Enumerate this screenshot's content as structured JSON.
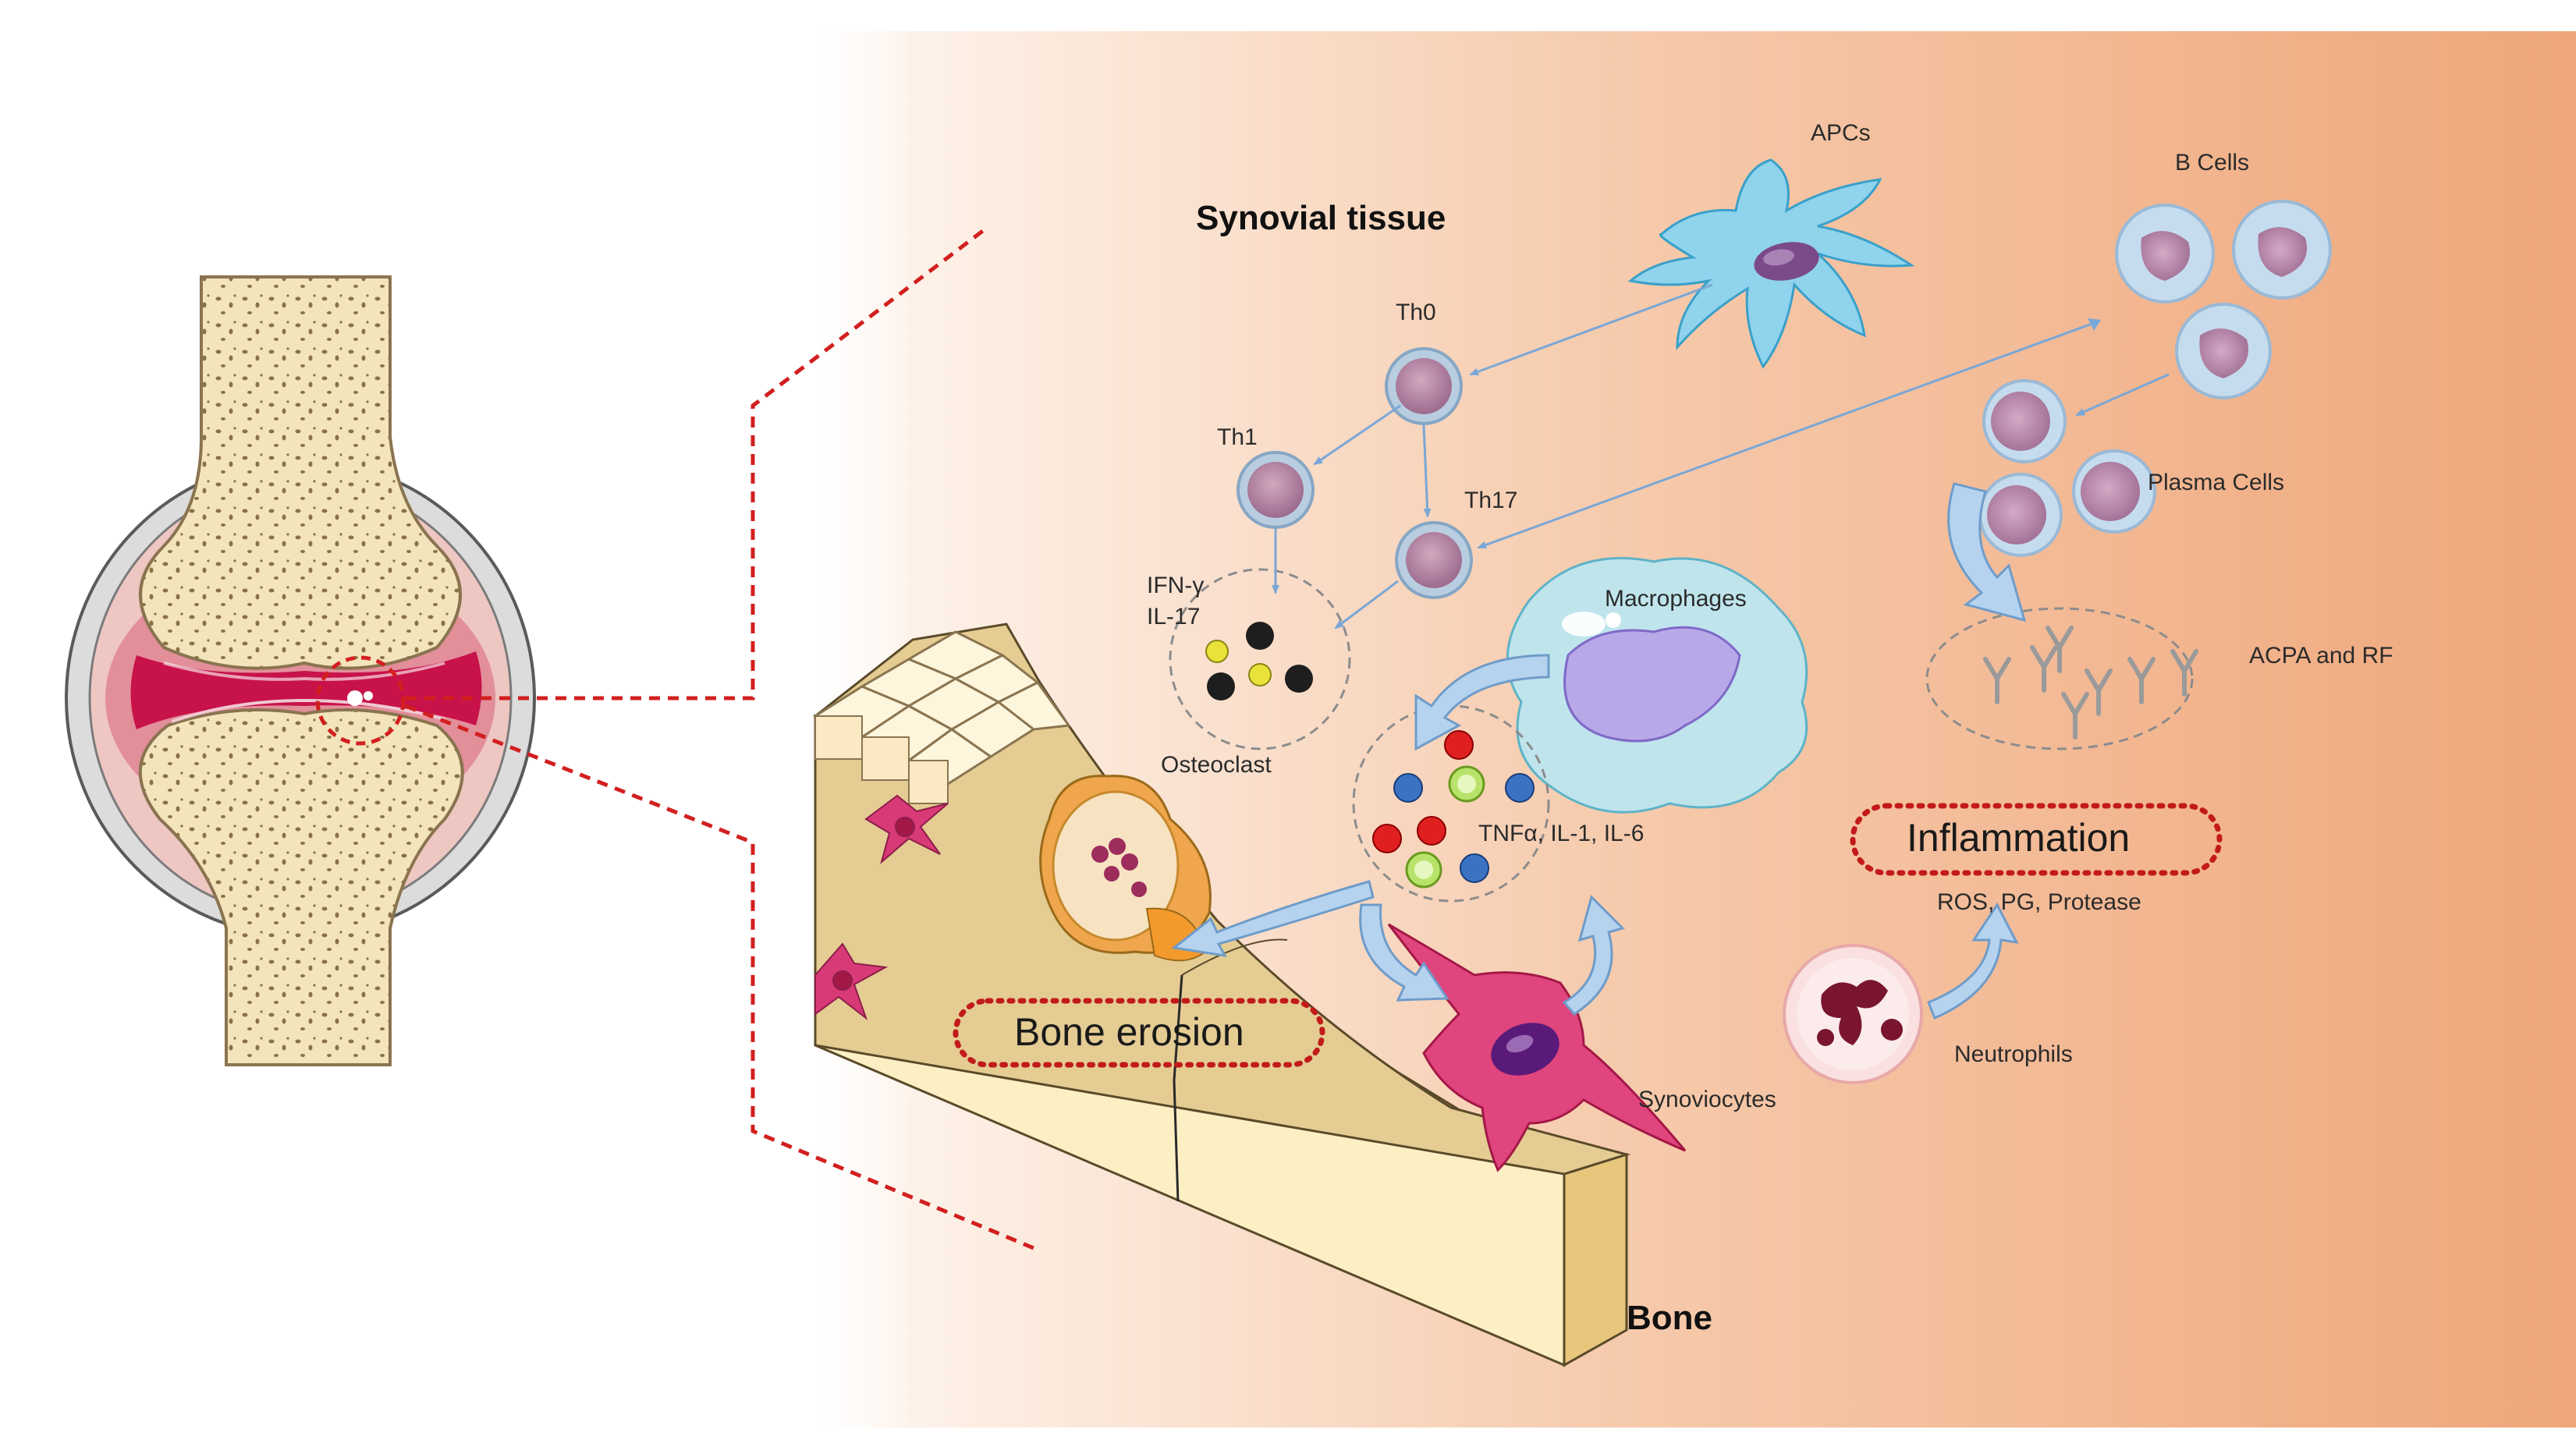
{
  "labels": {
    "synovial_tissue": "Synovial tissue",
    "bone": "Bone",
    "apcs": "APCs",
    "b_cells": "B Cells",
    "th0": "Th0",
    "th1": "Th1",
    "th17": "Th17",
    "plasma_cells": "Plasma Cells",
    "ifn_gamma": "IFN-γ",
    "il17": "IL-17",
    "macrophages": "Macrophages",
    "acpa_rf": "ACPA and RF",
    "osteoclast": "Osteoclast",
    "cytokines": "TNFα, IL-1, IL-6",
    "inflammation": "Inflammation",
    "ros_pg": "ROS, PG, Protease",
    "bone_erosion": "Bone erosion",
    "neutrophils": "Neutrophils",
    "synoviocytes": "Synoviocytes"
  },
  "colors": {
    "gradient_start": "#fdf3ec",
    "gradient_end": "#efa77c",
    "highlight_dash": "#d21f1f",
    "cell_membrane": "#9fc3de",
    "cell_nucleus": "#b48aa6",
    "arrow": "#8db7e0",
    "bone": "#f5e6bf",
    "bone_dark": "#d8c48c",
    "synoviocyte": "#e0457e",
    "osteoclast": "#f0a64c",
    "macrophage": "#bfe3ec",
    "inflammation_red": "#c21a1a"
  }
}
